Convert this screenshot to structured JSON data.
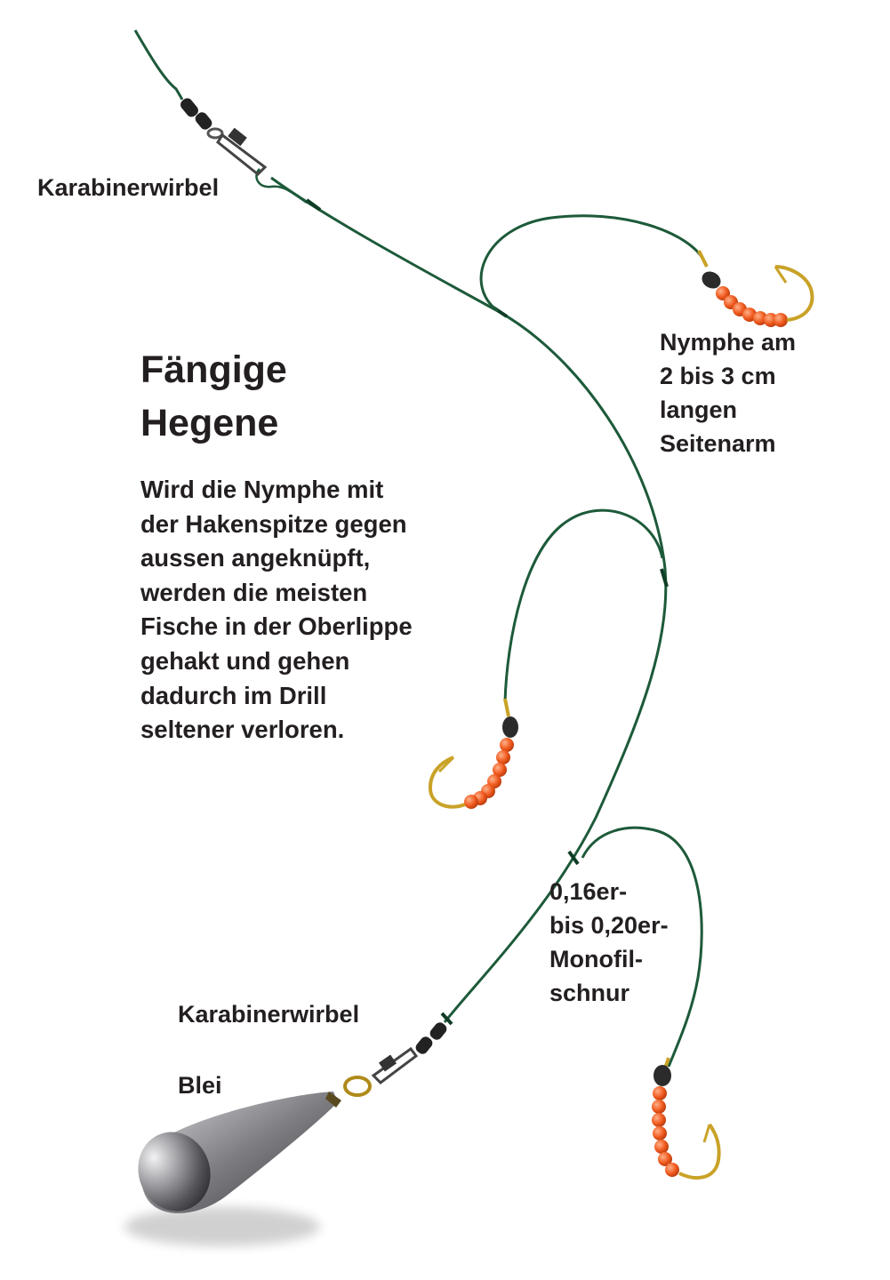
{
  "title": "Fängige\nHegene",
  "description": "Wird die Nymphe mit\nder Hakenspitze gegen\naussen angeknüpft,\nwerden die meisten\nFische in der Oberlippe\ngehakt und gehen\ndadurch im Drill\nseltener verloren.",
  "labels": {
    "swivel_top": "Karabinerwirbel",
    "swivel_bottom": "Karabinerwirbel",
    "sinker": "Blei",
    "nymph_arm": "Nymphe am\n2 bis 3 cm\nlangen\nSeitenarm",
    "mono_line": "0,16er-\nbis 0,20er-\nMonofil-\nschnur"
  },
  "colors": {
    "line": "#1d5a3a",
    "hook": "#c9a227",
    "bead": "#f05a1e",
    "weight_head": "#2b2b2b",
    "sinker": "#8a8a8e",
    "text": "#231f20"
  }
}
